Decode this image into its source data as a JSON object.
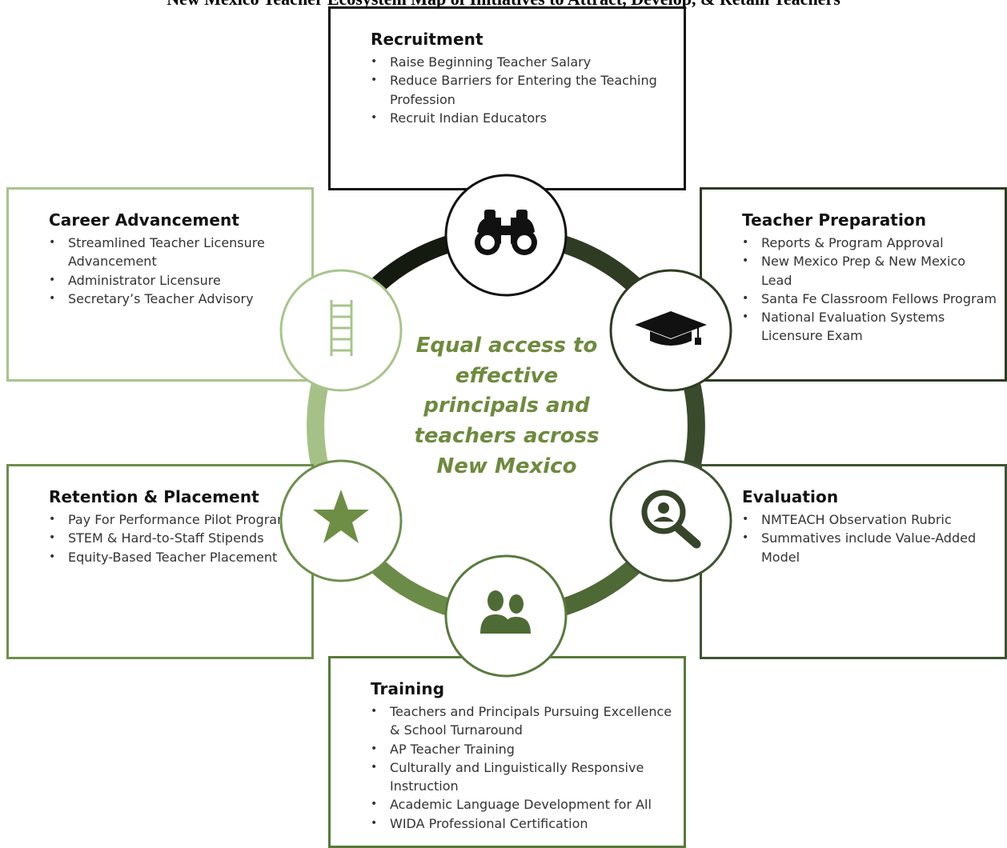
{
  "header": {
    "title": "New Mexico Teacher Ecosystem Map of Initiatives to Attract, Develop, & Retain Teachers"
  },
  "center": {
    "text": "Equal access to effective principals and teachers across New Mexico"
  },
  "sections": {
    "recruitment": {
      "title": "Recruitment",
      "icon": "binoculars-icon",
      "items": [
        "Raise Beginning Teacher Salary",
        "Reduce Barriers for Entering the Teaching Profession",
        "Recruit Indian Educators"
      ]
    },
    "teacher_preparation": {
      "title": "Teacher Preparation",
      "icon": "graduation-cap-icon",
      "items": [
        "Reports & Program Approval",
        "New Mexico Prep & New Mexico Lead",
        "Santa Fe Classroom Fellows Program",
        "National Evaluation Systems Licensure Exam"
      ]
    },
    "evaluation": {
      "title": "Evaluation",
      "icon": "magnifier-person-icon",
      "items": [
        "NMTEACH Observation Rubric",
        "Summatives include Value-Added Model"
      ]
    },
    "training": {
      "title": "Training",
      "icon": "people-icon",
      "items": [
        "Teachers and Principals Pursuing Excellence & School Turnaround",
        "AP Teacher Training",
        "Culturally and Linguistically Responsive Instruction",
        "Academic Language Development for All",
        "WIDA Professional Certification"
      ]
    },
    "retention": {
      "title": "Retention & Placement",
      "icon": "star-icon",
      "items": [
        "Pay For Performance Pilot Program",
        "STEM & Hard-to-Staff Stipends",
        "Equity-Based Teacher Placement"
      ]
    },
    "career_advancement": {
      "title": "Career Advancement",
      "icon": "ladder-icon",
      "items": [
        "Streamlined Teacher Licensure Advancement",
        "Administrator Licensure",
        "Secretary’s Teacher Advisory"
      ]
    }
  },
  "colors": {
    "recruitment": "#111111",
    "teacher_preparation": "#2e3b22",
    "evaluation": "#3f5331",
    "training": "#587a3c",
    "retention": "#6d8e4c",
    "career_advancement": "#a9c48c",
    "center_text": "#6e8a3e"
  }
}
